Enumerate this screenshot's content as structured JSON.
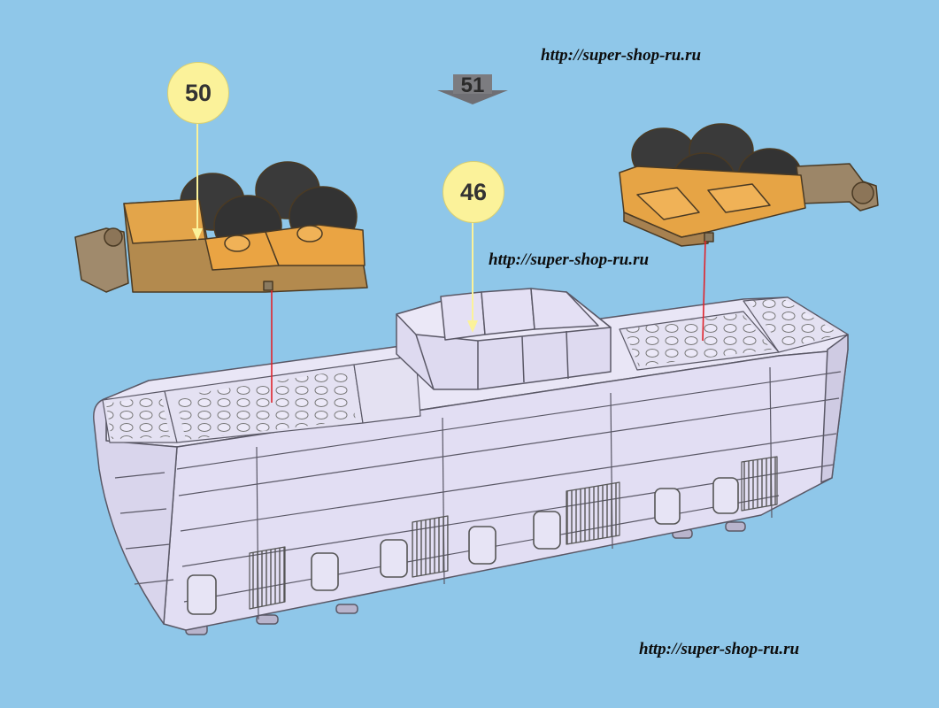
{
  "watermarks": {
    "top": "http://super-shop-ru.ru",
    "middle": "http://super-shop-ru.ru",
    "bottom": "http://super-shop-ru.ru"
  },
  "step": {
    "number": "51"
  },
  "callouts": [
    {
      "label": "50"
    },
    {
      "label": "46"
    }
  ],
  "colors": {
    "background": "#8fc7e9",
    "body": "#e2def3",
    "bogie": "#e09a3a",
    "wheel": "#3a3a3a",
    "callout": "#fbf29a",
    "step_arrow": "#7c7c80",
    "guide_line": "#e0232b"
  }
}
